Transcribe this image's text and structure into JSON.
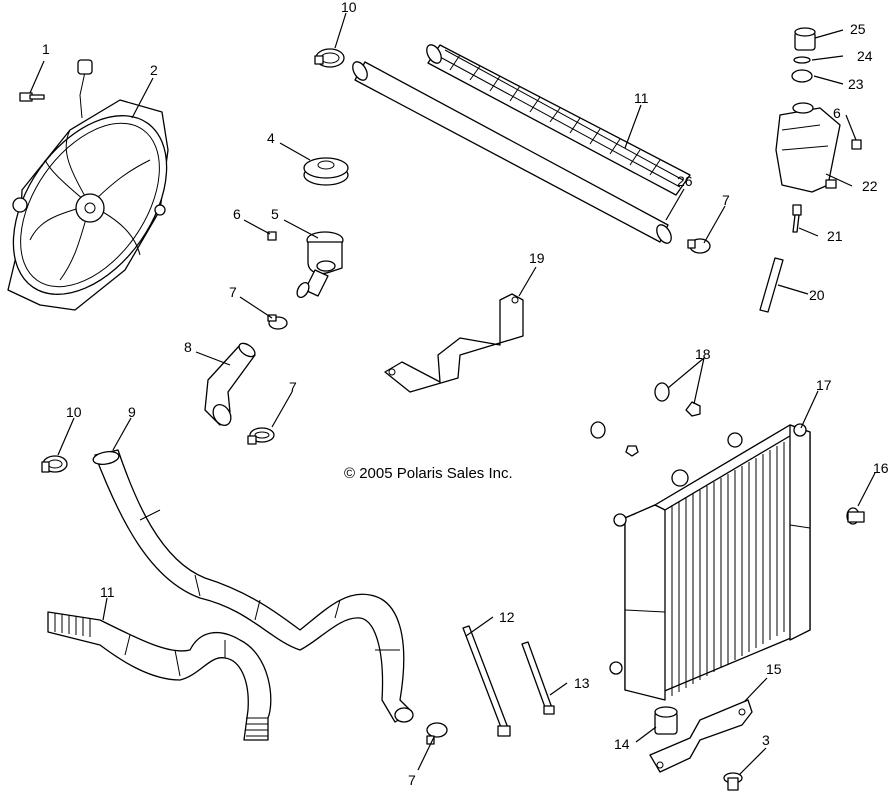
{
  "copyright": "© 2005 Polaris Sales Inc.",
  "callouts": {
    "c1": "1",
    "c2": "2",
    "c3": "3",
    "c4": "4",
    "c5": "5",
    "c6a": "6",
    "c6b": "6",
    "c7a": "7",
    "c7b": "7",
    "c7c": "7",
    "c7d": "7",
    "c8": "8",
    "c9": "9",
    "c10a": "10",
    "c10b": "10",
    "c11a": "11",
    "c11b": "11",
    "c12": "12",
    "c13": "13",
    "c14": "14",
    "c15": "15",
    "c16": "16",
    "c17": "17",
    "c18": "18",
    "c19": "19",
    "c20": "20",
    "c21": "21",
    "c22": "22",
    "c23": "23",
    "c24": "24",
    "c25": "25",
    "c26": "26"
  }
}
